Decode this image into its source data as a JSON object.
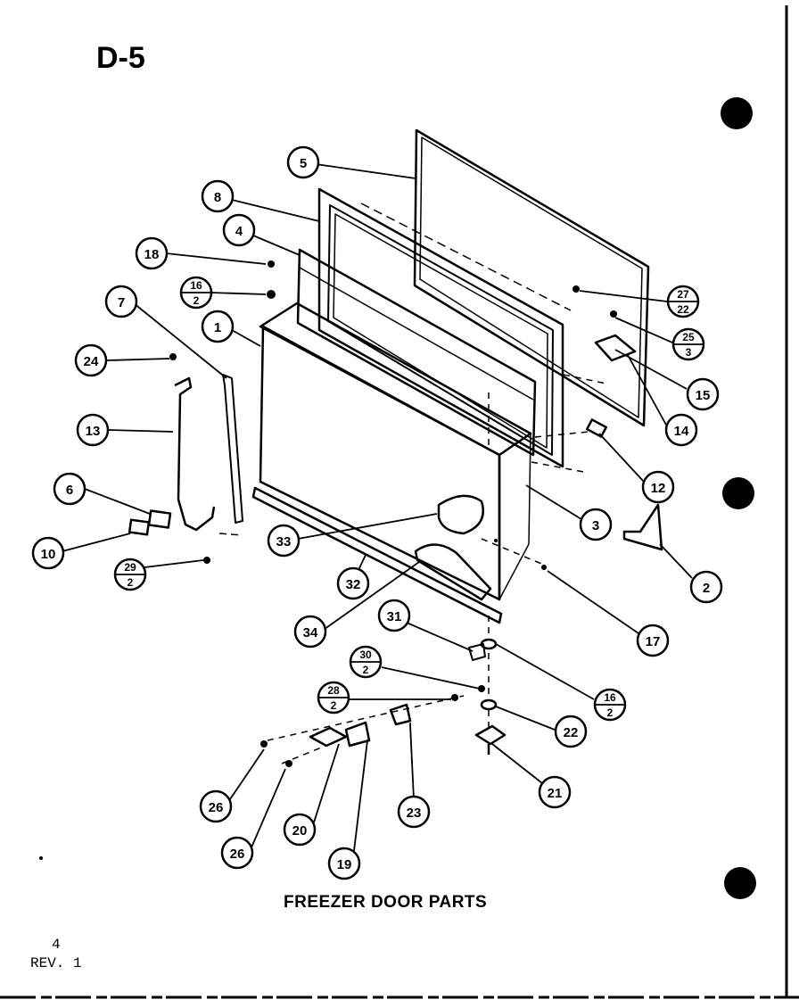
{
  "page_label": "D-5",
  "caption": "FREEZER DOOR PARTS",
  "page_number": "4",
  "revision": "REV. 1",
  "callouts": [
    {
      "id": "c5",
      "text": "5"
    },
    {
      "id": "c8",
      "text": "8"
    },
    {
      "id": "c4",
      "text": "4"
    },
    {
      "id": "c18",
      "text": "18"
    },
    {
      "id": "c16a",
      "top": "16",
      "bottom": "2"
    },
    {
      "id": "c7",
      "text": "7"
    },
    {
      "id": "c1",
      "text": "1"
    },
    {
      "id": "c24",
      "text": "24"
    },
    {
      "id": "c13",
      "text": "13"
    },
    {
      "id": "c6",
      "text": "6"
    },
    {
      "id": "c10",
      "text": "10"
    },
    {
      "id": "c29",
      "top": "29",
      "bottom": "2"
    },
    {
      "id": "c33",
      "text": "33"
    },
    {
      "id": "c32",
      "text": "32"
    },
    {
      "id": "c34",
      "text": "34"
    },
    {
      "id": "c31",
      "text": "31"
    },
    {
      "id": "c30",
      "top": "30",
      "bottom": "2"
    },
    {
      "id": "c28",
      "top": "28",
      "bottom": "2"
    },
    {
      "id": "c26a",
      "text": "26"
    },
    {
      "id": "c26b",
      "text": "26"
    },
    {
      "id": "c20",
      "text": "20"
    },
    {
      "id": "c19",
      "text": "19"
    },
    {
      "id": "c23",
      "text": "23"
    },
    {
      "id": "c21",
      "text": "21"
    },
    {
      "id": "c22",
      "text": "22"
    },
    {
      "id": "c16b",
      "top": "16",
      "bottom": "2"
    },
    {
      "id": "c17",
      "text": "17"
    },
    {
      "id": "c2",
      "text": "2"
    },
    {
      "id": "c3",
      "text": "3"
    },
    {
      "id": "c12",
      "text": "12"
    },
    {
      "id": "c14",
      "text": "14"
    },
    {
      "id": "c15",
      "text": "15"
    },
    {
      "id": "c25",
      "top": "25",
      "bottom": "3"
    },
    {
      "id": "c27",
      "top": "27",
      "bottom": "22"
    }
  ]
}
